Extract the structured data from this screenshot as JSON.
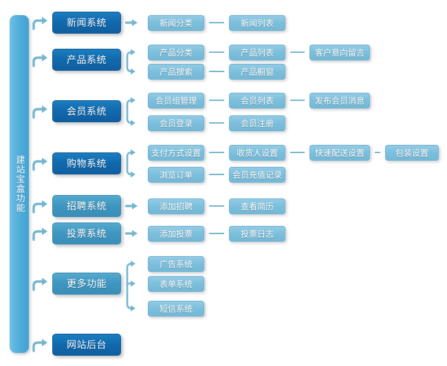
{
  "diagram": {
    "title": "建站宝盒功能",
    "spine_label": "建站宝盒功能",
    "colors": {
      "spine": "#52aedb",
      "level1_dark": "#1169ad",
      "level1_mid": "#3f96c0",
      "level2": "#7cbfdc",
      "connector": "#74b5cf",
      "text": "#ffffff",
      "background": "#ffffff"
    },
    "icons": {
      "elbow_arrow": "elbow-arrow-icon",
      "straight_arrow": "straight-arrow-icon",
      "bracket2": "bracket-two-branch-icon",
      "bracket3": "bracket-three-branch-icon",
      "dash": "dash-connector-icon"
    },
    "rows": [
      {
        "id": "news",
        "system": "新闻系统",
        "tone": "dark",
        "connector": "arrow",
        "branches": [
          {
            "items": [
              "新闻分类",
              "新闻列表"
            ]
          }
        ]
      },
      {
        "id": "product",
        "system": "产品系统",
        "tone": "dark",
        "connector": "bracket2",
        "branches": [
          {
            "items": [
              "产品分类",
              "产品列表",
              "客户意向留言"
            ]
          },
          {
            "items": [
              "产品搜索",
              "产品橱窗"
            ]
          }
        ]
      },
      {
        "id": "member",
        "system": "会员系统",
        "tone": "dark",
        "connector": "bracket2",
        "branches": [
          {
            "items": [
              "会员组管理",
              "会员列表",
              "发布会员消息"
            ]
          },
          {
            "items": [
              "会员登录",
              "会员注册"
            ]
          }
        ]
      },
      {
        "id": "shopping",
        "system": "购物系统",
        "tone": "dark",
        "connector": "bracket2",
        "branches": [
          {
            "items": [
              "支付方式设置",
              "收货人设置",
              "快速配送设置",
              "包装设置"
            ]
          },
          {
            "items": [
              "浏览订单",
              "会员充值记录"
            ]
          }
        ]
      },
      {
        "id": "recruit",
        "system": "招聘系统",
        "tone": "mid",
        "connector": "arrow",
        "branches": [
          {
            "items": [
              "添加招聘",
              "查看简历"
            ]
          }
        ]
      },
      {
        "id": "vote",
        "system": "投票系统",
        "tone": "mid",
        "connector": "arrow",
        "branches": [
          {
            "items": [
              "添加投票",
              "投票日志"
            ]
          }
        ]
      },
      {
        "id": "more",
        "system": "更多功能",
        "tone": "mid",
        "connector": "bracket3",
        "branches": [
          {
            "items": [
              "广告系统"
            ]
          },
          {
            "items": [
              "表单系统"
            ]
          },
          {
            "items": [
              "短信系统"
            ]
          }
        ]
      },
      {
        "id": "admin",
        "system": "网站后台",
        "tone": "dark",
        "connector": "none",
        "branches": []
      }
    ]
  }
}
